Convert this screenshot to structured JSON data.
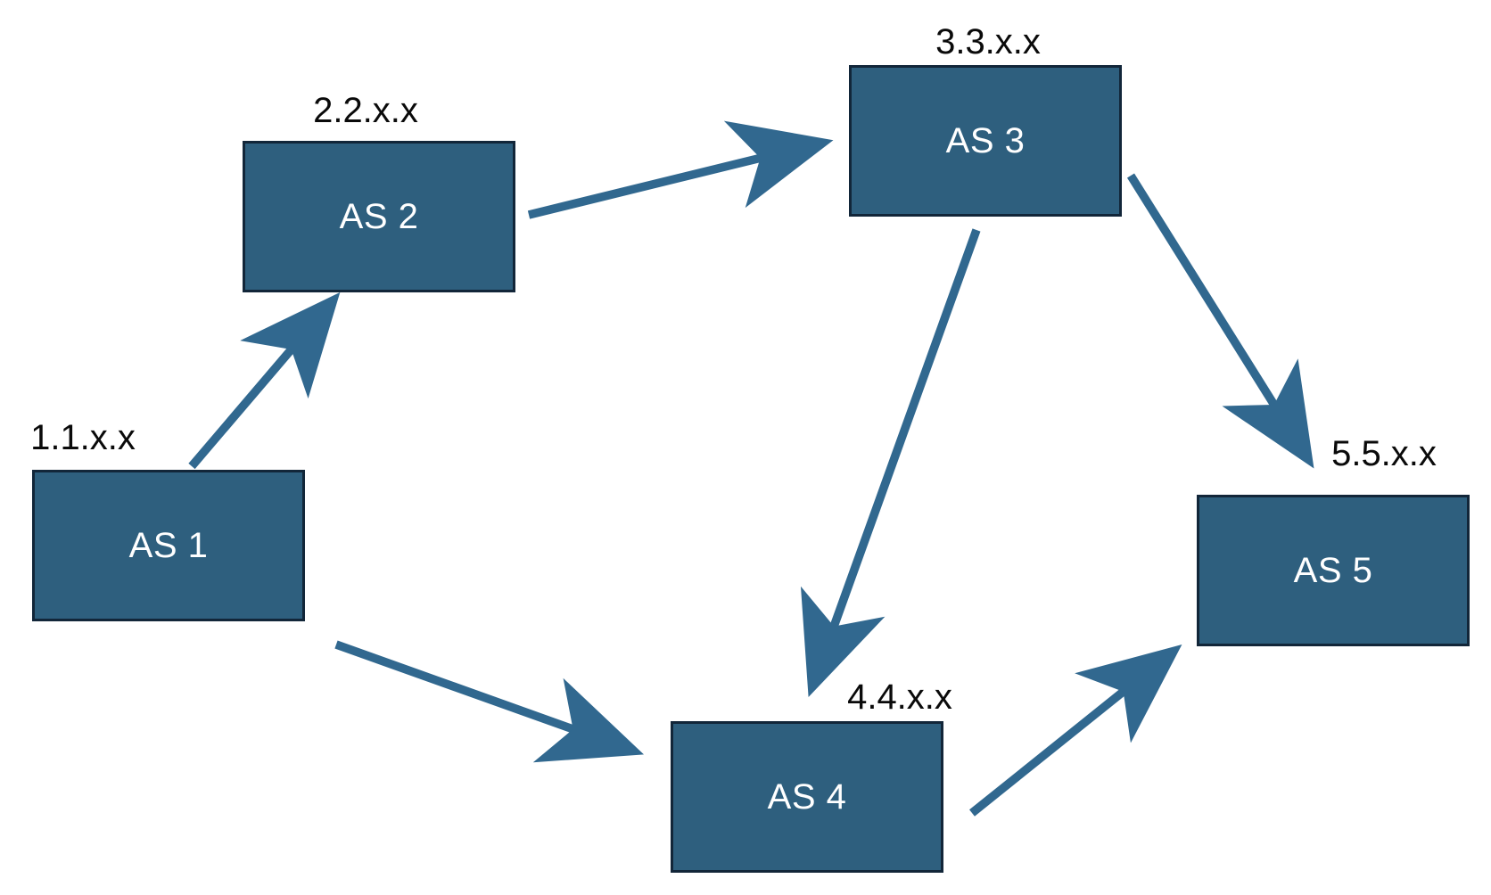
{
  "diagram": {
    "type": "network-topology",
    "description": "Five autonomous systems connected by directed links",
    "nodes": [
      {
        "id": "as1",
        "label": "AS 1",
        "network": "1.1.x.x"
      },
      {
        "id": "as2",
        "label": "AS 2",
        "network": "2.2.x.x"
      },
      {
        "id": "as3",
        "label": "AS 3",
        "network": "3.3.x.x"
      },
      {
        "id": "as4",
        "label": "AS 4",
        "network": "4.4.x.x"
      },
      {
        "id": "as5",
        "label": "AS 5",
        "network": "5.5.x.x"
      }
    ],
    "edges": [
      {
        "from": "AS 1",
        "to": "AS 2"
      },
      {
        "from": "AS 2",
        "to": "AS 3"
      },
      {
        "from": "AS 3",
        "to": "AS 4"
      },
      {
        "from": "AS 3",
        "to": "AS 5"
      },
      {
        "from": "AS 1",
        "to": "AS 4"
      },
      {
        "from": "AS 4",
        "to": "AS 5"
      }
    ],
    "colors": {
      "node_fill": "#2e5f7e",
      "node_border": "#122639",
      "arrow": "#31688f",
      "label_text": "#0a0a0a",
      "node_text": "#ffffff",
      "background": "#ffffff"
    }
  }
}
